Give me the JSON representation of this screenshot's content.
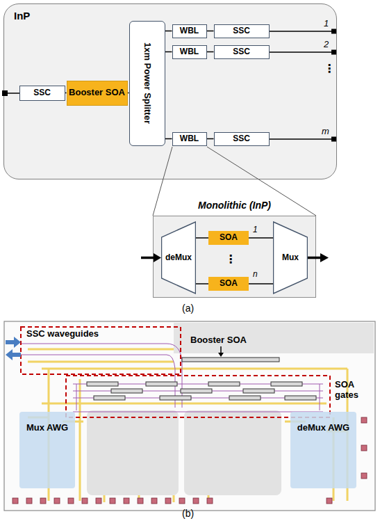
{
  "diagram": {
    "nodes": [
      {
        "text": [
          "InP"
        ]
      },
      {
        "text": [
          "SSC"
        ],
        "in": 0
      },
      {
        "text": [
          "Booster SOA"
        ],
        "in": 0
      },
      {
        "text": [
          "1xm Power Splitter"
        ],
        "in": 0
      },
      {
        "text": [
          "WBL"
        ],
        "in": 0
      },
      {
        "text": [
          "SSC"
        ],
        "in": 0
      },
      {
        "text": [
          "WBL"
        ],
        "in": 0
      },
      {
        "text": [
          "SSC"
        ],
        "in": 0
      },
      {
        "text": [
          "WBL"
        ],
        "in": 0
      },
      {
        "text": [
          "SSC"
        ],
        "in": 0
      },
      {
        "text": [
          "Monolithic (InP)"
        ]
      },
      {
        "text": [
          "deMux"
        ],
        "in": 10
      },
      {
        "text": [
          "SOA"
        ],
        "in": 10
      },
      {
        "text": [
          "SOA"
        ],
        "in": 10
      },
      {
        "text": [
          "Mux"
        ],
        "in": 10
      },
      {
        "text": [
          "Mux AWG"
        ]
      },
      {
        "text": [
          "deMux AWG"
        ]
      }
    ],
    "edges": [
      {
        "from": 1,
        "to": 2,
        "arrow": "none"
      },
      {
        "from": 2,
        "to": 3,
        "arrow": "none"
      },
      {
        "from": 3,
        "to": 4,
        "arrow": "none"
      },
      {
        "from": 3,
        "to": 6,
        "arrow": "none"
      },
      {
        "from": 3,
        "to": 8,
        "arrow": "none"
      },
      {
        "from": 4,
        "to": 5,
        "arrow": "none"
      },
      {
        "from": 6,
        "to": 7,
        "arrow": "none"
      },
      {
        "from": 8,
        "to": 9,
        "arrow": "none"
      },
      {
        "from": 11,
        "to": 12,
        "arrow": "none"
      },
      {
        "from": 11,
        "to": 13,
        "arrow": "none"
      },
      {
        "from": 12,
        "to": 14,
        "arrow": "none"
      },
      {
        "from": 13,
        "to": 14,
        "arrow": "none"
      }
    ],
    "labels": [
      "1",
      "2",
      "⋮",
      "m",
      "1",
      "⋮",
      "n",
      "(a)",
      "SSC waveguides",
      "Booster SOA",
      "SOA gates",
      "(b)"
    ]
  }
}
